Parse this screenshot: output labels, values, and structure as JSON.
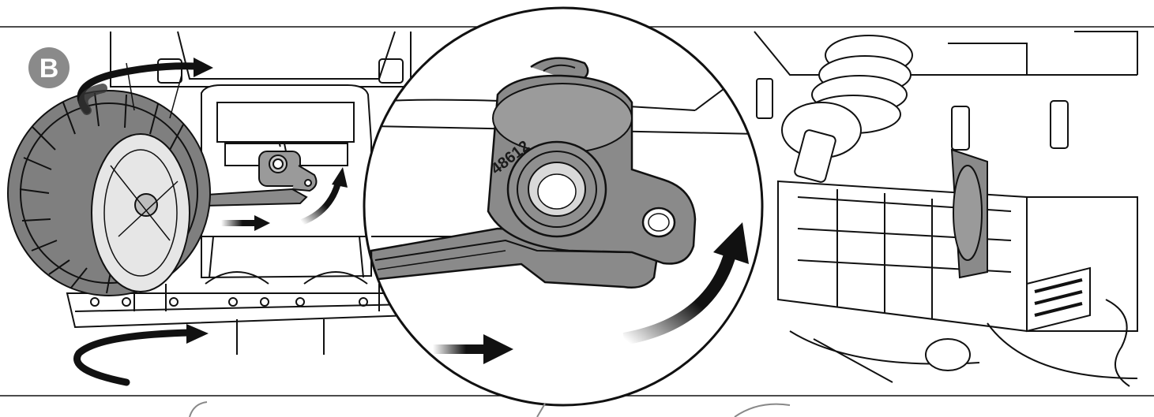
{
  "step": {
    "label": "B"
  },
  "part": {
    "number": "48612"
  },
  "colors": {
    "part_gray": "#8c8c8c",
    "part_dark": "#6e6e6e",
    "badge_gray": "#8a8a8a",
    "line": "#111111",
    "background": "#ffffff"
  },
  "icons": [
    "rotate-arrow-icon",
    "push-arrow-icon",
    "lift-arrow-icon",
    "zoom-circle"
  ]
}
